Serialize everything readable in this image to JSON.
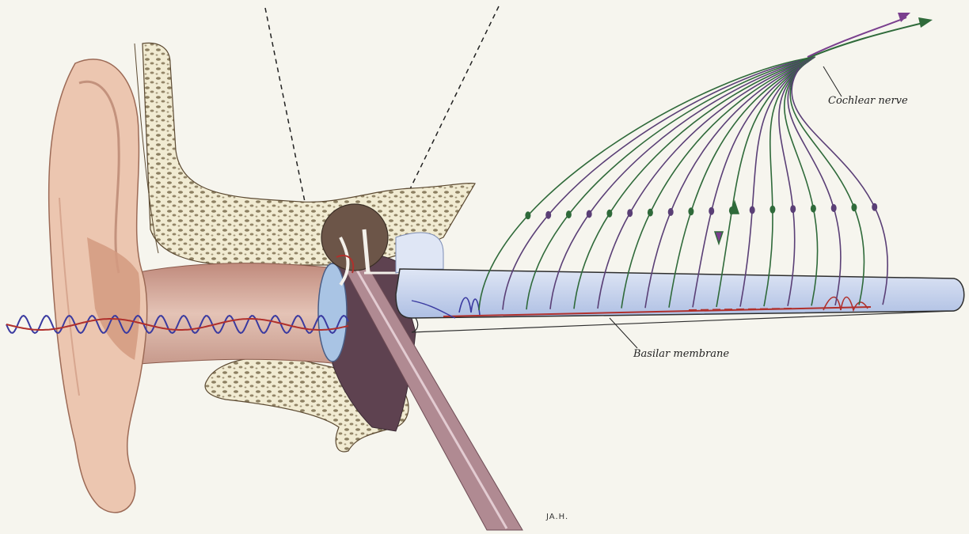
{
  "labels": {
    "cochlear_nerve": "Cochlear nerve",
    "basilar_membrane": "Basilar membrane",
    "signature": "JA.H."
  },
  "colors": {
    "background": "#f6f5ee",
    "skin": "#ecc6b0",
    "skin_shadow": "#d39a80",
    "bone": "#f1ebd2",
    "bone_texture": "#6b5a3a",
    "canal": "#c9a59c",
    "tympanum": "#a9c4e4",
    "cochlea_fill": "#c9d6ee",
    "wave_blue": "#3a3aa0",
    "wave_red": "#b0302c",
    "nerve_green": "#2f6a3a",
    "nerve_purple": "#7a3f8e",
    "cavity": "#5e4250"
  }
}
